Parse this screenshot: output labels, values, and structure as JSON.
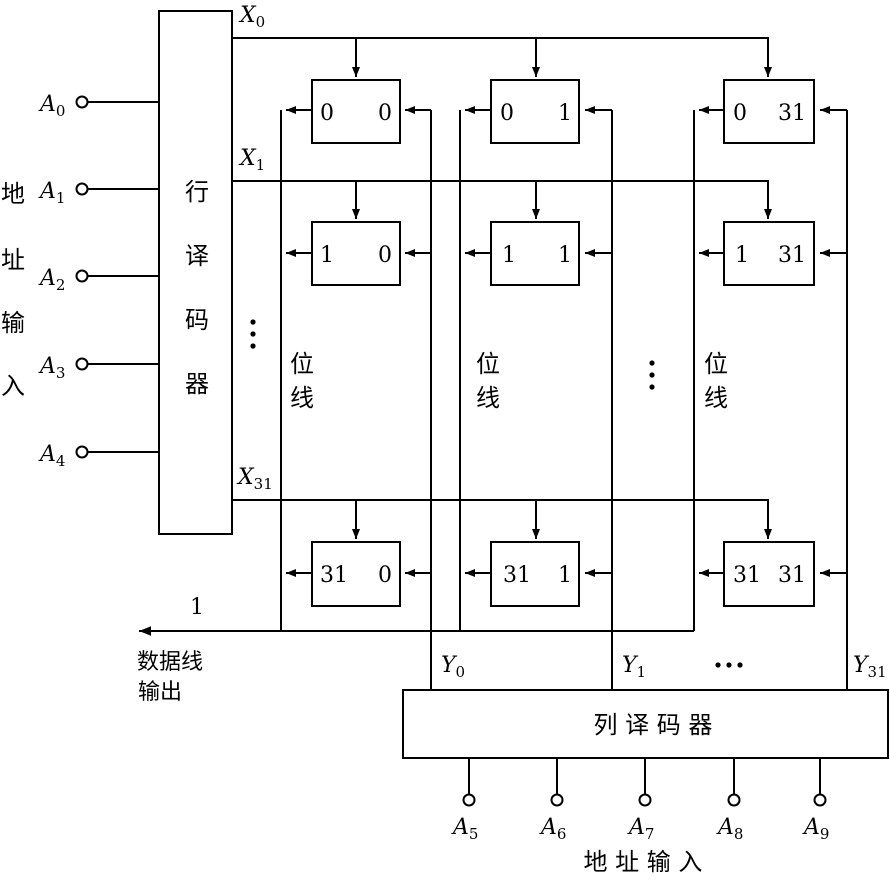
{
  "left_address_label": [
    "地",
    "址",
    "输",
    "入"
  ],
  "row_decoder_label": [
    "行",
    "译",
    "码",
    "器"
  ],
  "column_decoder_label": "列 译 码 器",
  "bottom_address_label": "地 址 输 入",
  "data_output_label": [
    "数据线",
    "输出"
  ],
  "data_line_number": "1",
  "bitline_label": [
    "位",
    "线"
  ],
  "row_address_inputs": [
    {
      "var": "A",
      "sub": "0"
    },
    {
      "var": "A",
      "sub": "1"
    },
    {
      "var": "A",
      "sub": "2"
    },
    {
      "var": "A",
      "sub": "3"
    },
    {
      "var": "A",
      "sub": "4"
    }
  ],
  "column_address_inputs": [
    {
      "var": "A",
      "sub": "5"
    },
    {
      "var": "A",
      "sub": "6"
    },
    {
      "var": "A",
      "sub": "7"
    },
    {
      "var": "A",
      "sub": "8"
    },
    {
      "var": "A",
      "sub": "9"
    }
  ],
  "row_select_lines": [
    {
      "var": "X",
      "sub": "0"
    },
    {
      "var": "X",
      "sub": "1"
    },
    {
      "var": "X",
      "sub": "31"
    }
  ],
  "column_select_lines": [
    {
      "var": "Y",
      "sub": "0"
    },
    {
      "var": "Y",
      "sub": "1"
    },
    {
      "var": "Y",
      "sub": "31"
    }
  ],
  "cells": [
    [
      {
        "row": "0",
        "col": "0"
      },
      {
        "row": "0",
        "col": "1"
      },
      {
        "row": "0",
        "col": "31"
      }
    ],
    [
      {
        "row": "1",
        "col": "0"
      },
      {
        "row": "1",
        "col": "1"
      },
      {
        "row": "1",
        "col": "31"
      }
    ],
    [
      {
        "row": "31",
        "col": "0"
      },
      {
        "row": "31",
        "col": "1"
      },
      {
        "row": "31",
        "col": "31"
      }
    ]
  ]
}
